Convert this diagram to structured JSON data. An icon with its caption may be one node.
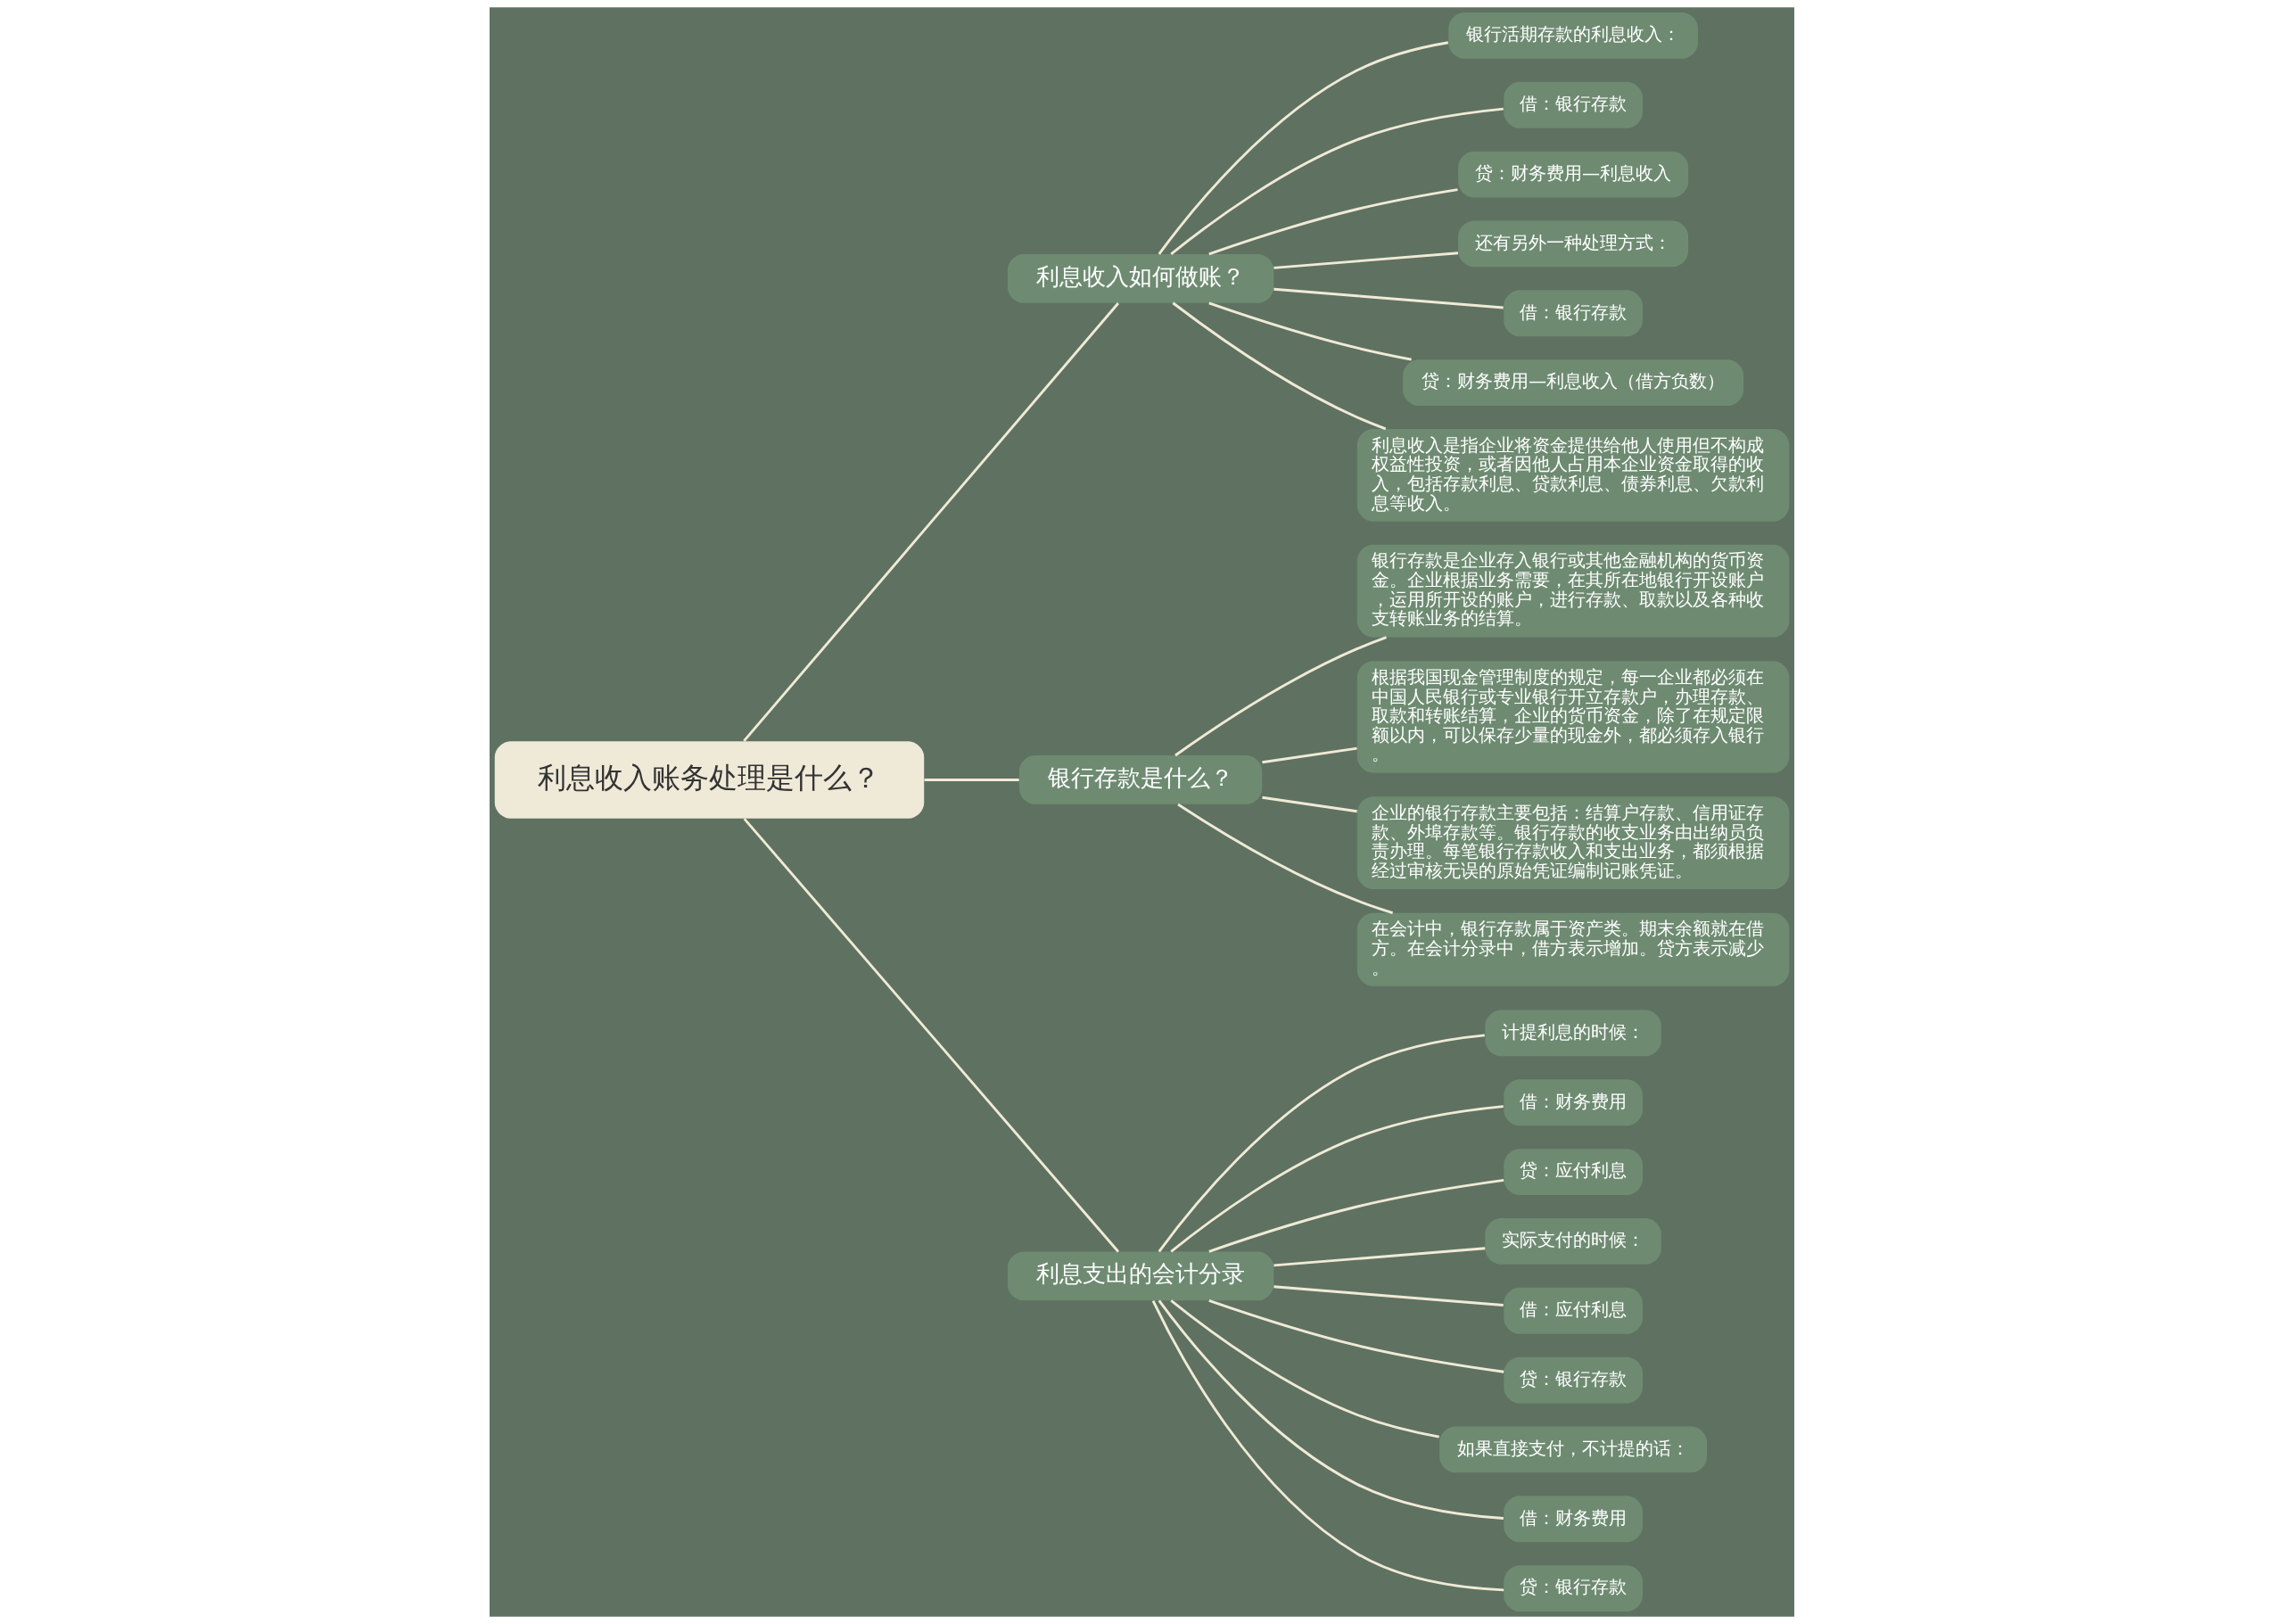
{
  "diagram": {
    "nodes": [
      {
        "text": [
          "利息收入账务处理是什么？"
        ]
      },
      {
        "text": [
          "利息收入如何做账？"
        ]
      },
      {
        "text": [
          "银行活期存款的利息收入："
        ]
      },
      {
        "text": [
          "借：银行存款"
        ]
      },
      {
        "text": [
          "贷：财务费用—利息收入"
        ]
      },
      {
        "text": [
          "还有另外一种处理方式："
        ]
      },
      {
        "text": [
          "借：银行存款"
        ]
      },
      {
        "text": [
          "贷：财务费用—利息收入（借方负数）"
        ]
      },
      {
        "text": [
          "利息收入是指企业将资金提供给他人使用但不构成权益性投资，或者因他人占用本企业资金取得的收入，包括存款利息、贷款利息、债券利息、欠款利息等收入。"
        ]
      },
      {
        "text": [
          "银行存款是什么？"
        ]
      },
      {
        "text": [
          "银行存款是企业存入银行或其他金融机构的货币资金。企业根据业务需要，在其所在地银行开设账户，运用所开设的账户，进行存款、取款以及各种收支转账业务的结算。"
        ]
      },
      {
        "text": [
          "根据我国现金管理制度的规定，每一企业都必须在中国人民银行或专业银行开立存款户，办理存款、取款和转账结算，企业的货币资金，除了在规定限额以内，可以保存少量的现金外，都必须存入银行。"
        ]
      },
      {
        "text": [
          "企业的银行存款主要包括：结算户存款、信用证存款、外埠存款等。银行存款的收支业务由出纳员负责办理。每笔银行存款收入和支出业务，都须根据经过审核无误的原始凭证编制记账凭证。"
        ]
      },
      {
        "text": [
          "在会计中，银行存款属于资产类。期末余额就在借方。在会计分录中，借方表示增加。贷方表示减少。"
        ]
      },
      {
        "text": [
          "利息支出的会计分录"
        ]
      },
      {
        "text": [
          "计提利息的时候："
        ]
      },
      {
        "text": [
          "借：财务费用"
        ]
      },
      {
        "text": [
          "贷：应付利息"
        ]
      },
      {
        "text": [
          "实际支付的时候："
        ]
      },
      {
        "text": [
          "借：应付利息"
        ]
      },
      {
        "text": [
          "贷：银行存款"
        ]
      },
      {
        "text": [
          "如果直接支付，不计提的话："
        ]
      },
      {
        "text": [
          "借：财务费用"
        ]
      },
      {
        "text": [
          "贷：银行存款"
        ]
      }
    ],
    "edges": [
      {
        "from": 0,
        "to": 1,
        "arrow": "none"
      },
      {
        "from": 1,
        "to": 2,
        "arrow": "none"
      },
      {
        "from": 1,
        "to": 3,
        "arrow": "none"
      },
      {
        "from": 1,
        "to": 4,
        "arrow": "none"
      },
      {
        "from": 1,
        "to": 5,
        "arrow": "none"
      },
      {
        "from": 1,
        "to": 6,
        "arrow": "none"
      },
      {
        "from": 1,
        "to": 7,
        "arrow": "none"
      },
      {
        "from": 1,
        "to": 8,
        "arrow": "none"
      },
      {
        "from": 0,
        "to": 9,
        "arrow": "none"
      },
      {
        "from": 9,
        "to": 10,
        "arrow": "none"
      },
      {
        "from": 9,
        "to": 11,
        "arrow": "none"
      },
      {
        "from": 9,
        "to": 12,
        "arrow": "none"
      },
      {
        "from": 9,
        "to": 13,
        "arrow": "none"
      },
      {
        "from": 0,
        "to": 14,
        "arrow": "none"
      },
      {
        "from": 14,
        "to": 15,
        "arrow": "none"
      },
      {
        "from": 14,
        "to": 16,
        "arrow": "none"
      },
      {
        "from": 14,
        "to": 17,
        "arrow": "none"
      },
      {
        "from": 14,
        "to": 18,
        "arrow": "none"
      },
      {
        "from": 14,
        "to": 19,
        "arrow": "none"
      },
      {
        "from": 14,
        "to": 20,
        "arrow": "none"
      },
      {
        "from": 14,
        "to": 21,
        "arrow": "none"
      },
      {
        "from": 14,
        "to": 22,
        "arrow": "none"
      },
      {
        "from": 14,
        "to": 23,
        "arrow": "none"
      }
    ]
  }
}
